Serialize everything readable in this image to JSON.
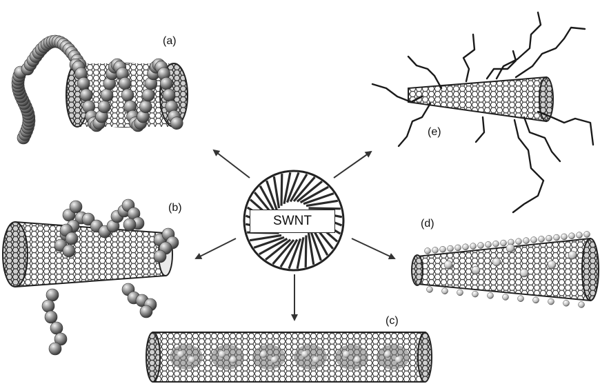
{
  "center": {
    "label": "SWNT"
  },
  "panels": {
    "a": {
      "label": "(a)",
      "icon": "wrapped-polymer-nanotube"
    },
    "b": {
      "label": "(b)",
      "icon": "bead-functionalized-nanotube"
    },
    "c": {
      "label": "(c)",
      "icon": "endohedral-filled-nanotube"
    },
    "d": {
      "label": "(d)",
      "icon": "sidewall-atom-decorated-nanotube"
    },
    "e": {
      "label": "(e)",
      "icon": "chain-grafted-nanotube"
    }
  },
  "colors": {
    "ink": "#222222",
    "bead": "#8a8a8a",
    "background": "#ffffff"
  }
}
